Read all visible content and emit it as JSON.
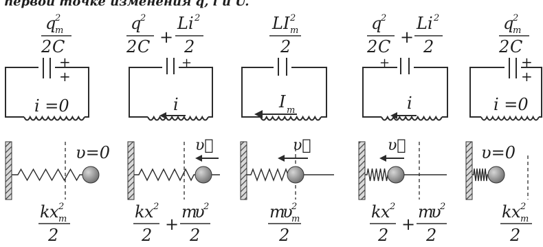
{
  "caption_fragment": "первой точке изменения q, i и U.",
  "symbols": {
    "plus": "+",
    "zero": "0",
    "eq": "=",
    "two": "2",
    "C": "C",
    "L": "L",
    "m_sub": "m",
    "i": "i",
    "I": "I",
    "q": "q",
    "k": "k",
    "x": "x",
    "v": "υ",
    "v_vec": "υ⃗",
    "i_zero": "i =0",
    "v_zero": "υ=0"
  },
  "stages": [
    {
      "id": 1,
      "top_energy": "q_m^2/2C",
      "current": "i =0",
      "spring_state": "stretched",
      "cap_polarity": "right-plus",
      "bottom_energy": "kx_m^2/2"
    },
    {
      "id": 2,
      "top_energy": "q^2/2C + Li^2/2",
      "current": "i",
      "spring_state": "stretched",
      "cap_polarity": "right-plus",
      "bottom_energy": "kx^2/2 + mv^2/2"
    },
    {
      "id": 3,
      "top_energy": "LI_m^2/2",
      "current": "I_m",
      "spring_state": "neutral",
      "cap_polarity": "none",
      "bottom_energy": "mv_m^2/2"
    },
    {
      "id": 4,
      "top_energy": "q^2/2C + Li^2/2",
      "current": "i",
      "spring_state": "compressed",
      "cap_polarity": "left-plus",
      "bottom_energy": "kx^2/2 + mv^2/2"
    },
    {
      "id": 5,
      "top_energy": "q_m^2/2C",
      "current": "i =0",
      "spring_state": "compressed",
      "cap_polarity": "right-plus",
      "bottom_energy": "kx_m^2/2"
    }
  ]
}
